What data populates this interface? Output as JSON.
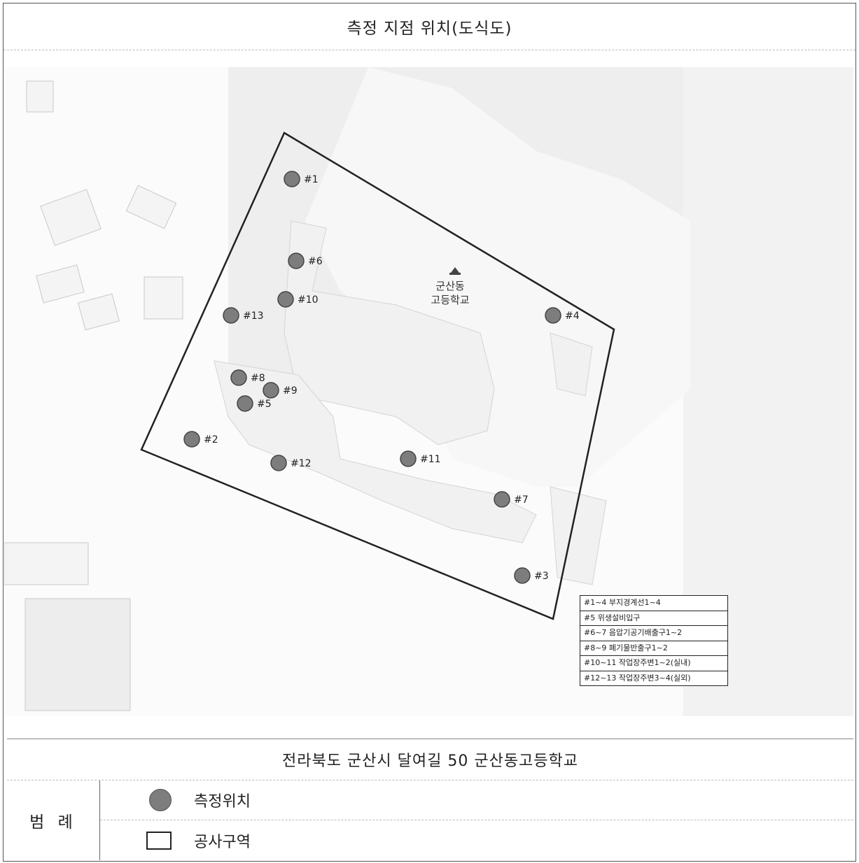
{
  "title": "측정 지점 위치(도식도)",
  "school_label": [
    "군산동",
    "고등학교"
  ],
  "points": [
    {
      "label": "#1",
      "color": "#7d7d7d"
    },
    {
      "label": "#6",
      "color": "#7d7d7d"
    },
    {
      "label": "#10",
      "color": "#7d7d7d"
    },
    {
      "label": "#13",
      "color": "#7d7d7d"
    },
    {
      "label": "#4",
      "color": "#7d7d7d"
    },
    {
      "label": "#8",
      "color": "#7d7d7d"
    },
    {
      "label": "#9",
      "color": "#7d7d7d"
    },
    {
      "label": "#5",
      "color": "#7d7d7d"
    },
    {
      "label": "#2",
      "color": "#7d7d7d"
    },
    {
      "label": "#12",
      "color": "#7d7d7d"
    },
    {
      "label": "#11",
      "color": "#7d7d7d"
    },
    {
      "label": "#7",
      "color": "#7d7d7d"
    },
    {
      "label": "#3",
      "color": "#7d7d7d"
    }
  ],
  "key": [
    "#1~4  부지경계선1~4",
    "#5  위생설비입구",
    "#6~7  음압기공기배출구1~2",
    "#8~9  폐기물반출구1~2",
    "#10~11  작업장주변1~2(실내)",
    "#12~13  작업장주변3~4(실외)"
  ],
  "address": "전라북도 군산시 달여길 50 군산동고등학교",
  "legend": {
    "label": "범 례",
    "point_text": "측정위치",
    "area_text": "공사구역",
    "area_icon": "square-outline-icon",
    "point_icon": "filled-circle-icon"
  }
}
